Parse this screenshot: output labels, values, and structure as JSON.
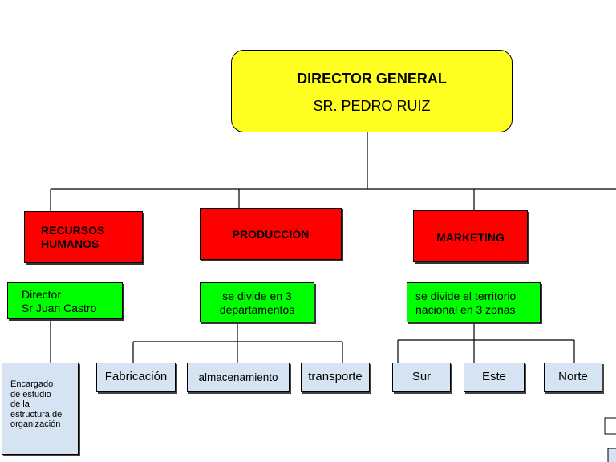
{
  "director": {
    "title": "DIRECTOR GENERAL",
    "name": "SR. PEDRO RUIZ"
  },
  "departments": [
    {
      "name": "RECURSOS\nHUMANOS",
      "note": "Director\nSr Juan Castro",
      "children": [
        "Encargado\nde estudio\nde la\nestructura de\norganización"
      ]
    },
    {
      "name": "PRODUCCIÓN",
      "note": "se divide en 3\ndepartamentos",
      "children": [
        "Fabricación",
        "almacenamiento",
        "transporte"
      ]
    },
    {
      "name": "MARKETING",
      "note": "se divide el territorio\nnacional en 3 zonas",
      "children": [
        "Sur",
        "Este",
        "Norte"
      ]
    }
  ],
  "colors": {
    "root": "#ffff22",
    "department": "#ff0000",
    "note": "#00ff00",
    "unit": "#d6e3f2"
  }
}
